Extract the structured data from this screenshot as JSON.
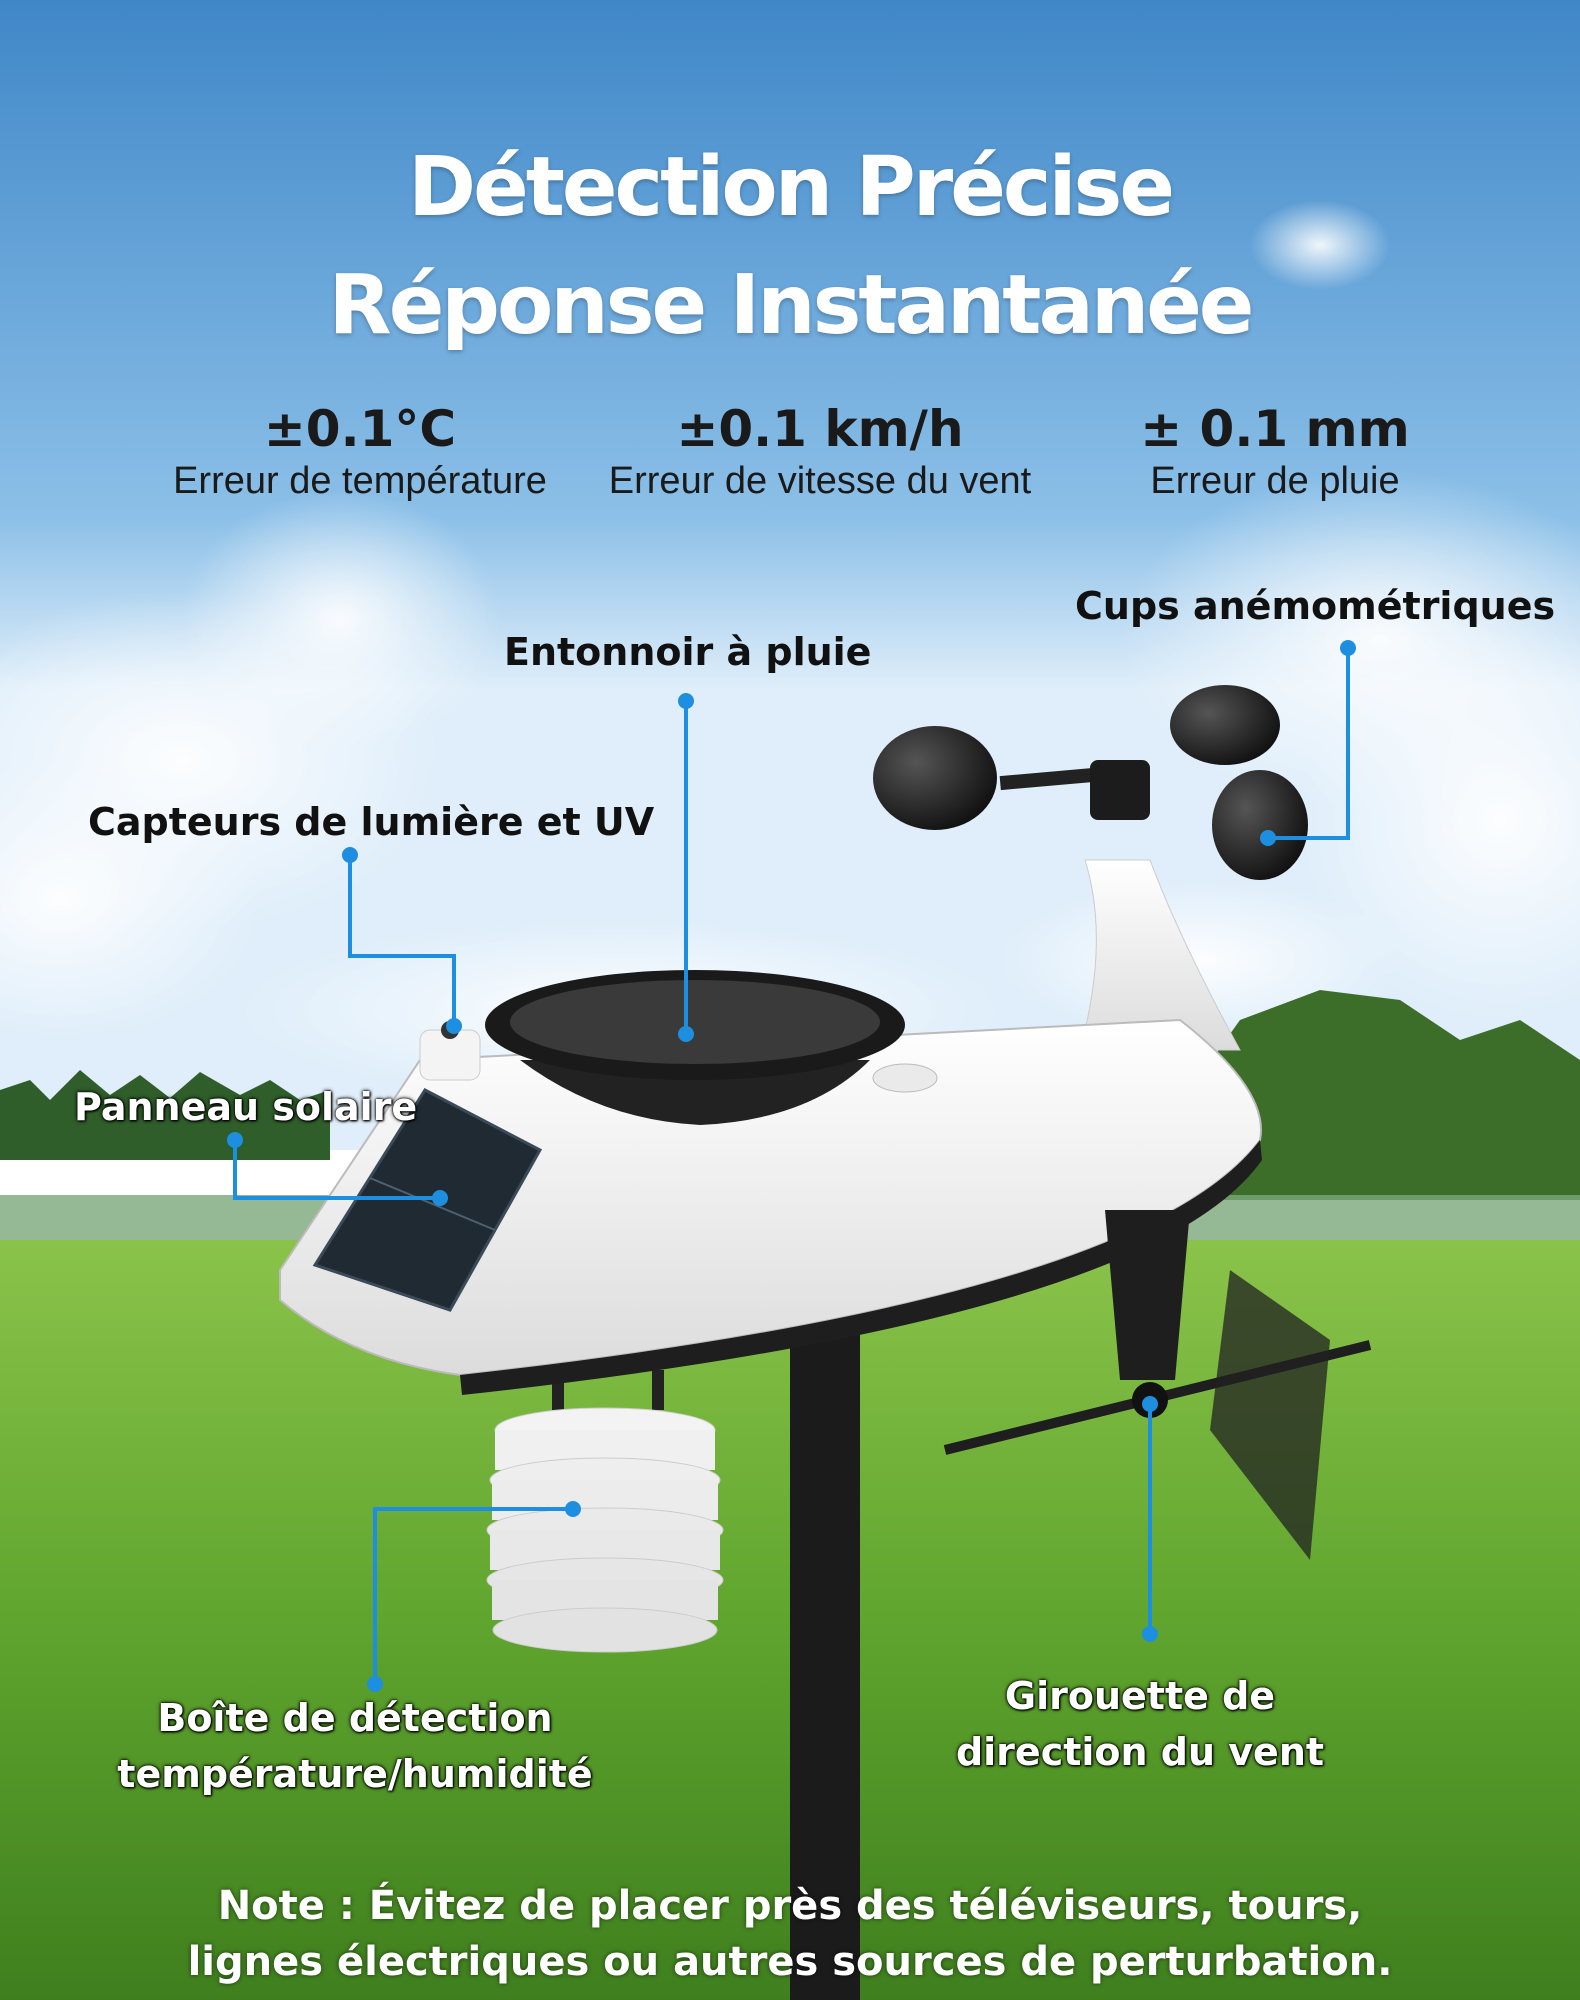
{
  "headline": {
    "line1": "Détection Précise",
    "line2": "Réponse Instantanée"
  },
  "specs": [
    {
      "value": "±0.1°C",
      "caption": "Erreur de température"
    },
    {
      "value": "±0.1 km/h",
      "caption": "Erreur de vitesse du vent"
    },
    {
      "value": "± 0.1 mm",
      "caption": "Erreur de pluie"
    }
  ],
  "callouts": {
    "anemometer": "Cups anémométriques",
    "rain_funnel": "Entonnoir à pluie",
    "light_uv": "Capteurs de lumière et UV",
    "solar_panel": "Panneau solaire",
    "thermo_box_line1": "Boîte de détection",
    "thermo_box_line2": "température/humidité",
    "wind_vane_line1": "Girouette de",
    "wind_vane_line2": "direction du vent"
  },
  "note": {
    "line1": "Note : Évitez de placer près des téléviseurs, tours,",
    "line2": "lignes électriques ou autres sources de perturbation."
  },
  "colors": {
    "leader_line": "#1e8fe0",
    "sky_top": "#3f87c8",
    "grass": "#5fa52e"
  }
}
